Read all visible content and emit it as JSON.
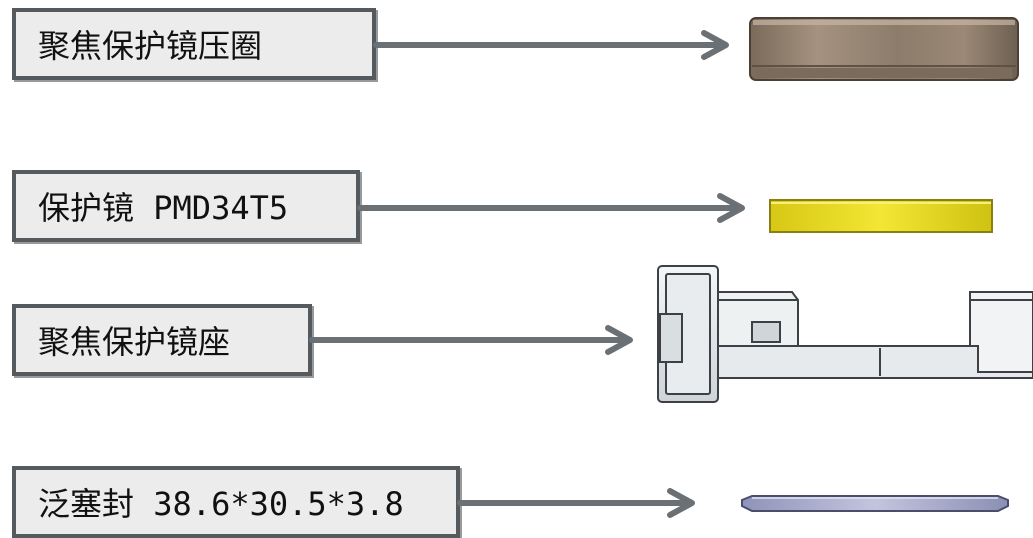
{
  "labels": [
    {
      "text": "聚焦保护镜压圈"
    },
    {
      "text": "保护镜 PMD34T5"
    },
    {
      "text": "聚焦保护镜座"
    },
    {
      "text": "泛塞封 38.6*30.5*3.8"
    }
  ],
  "colors": {
    "label_border": "#555a5f",
    "label_fill": "#ececec",
    "arrow": "#6b7075",
    "pressure_ring": "#8a7a6a",
    "protective_lens": "#e1d21a",
    "lens_seat": "#dfe3e6",
    "seal": "#a7aac8"
  }
}
